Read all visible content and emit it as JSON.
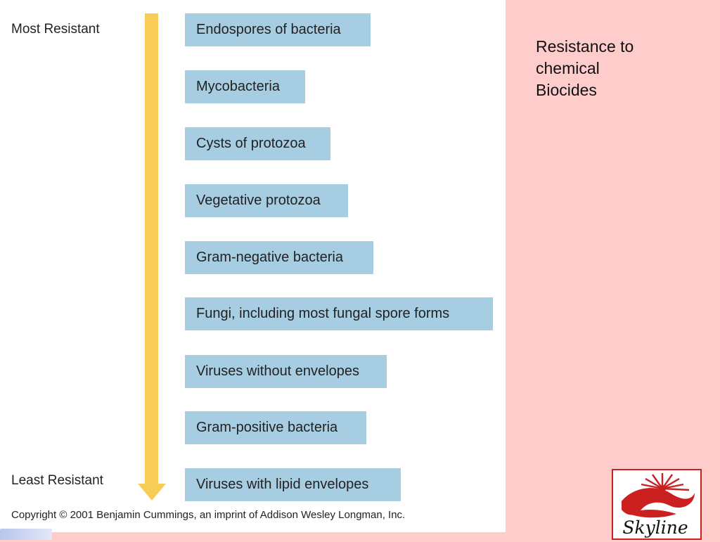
{
  "diagram": {
    "most_resistant_label": "Most Resistant",
    "least_resistant_label": "Least Resistant",
    "organisms": [
      "Endospores of bacteria",
      "Mycobacteria",
      "Cysts of protozoa",
      "Vegetative protozoa",
      "Gram-negative bacteria",
      "Fungi, including most fungal spore forms",
      "Viruses without envelopes",
      "Gram-positive bacteria",
      "Viruses with lipid envelopes"
    ],
    "copyright": "Copyright © 2001 Benjamin Cummings, an imprint of Addison Wesley Longman, Inc.",
    "box_color": "#a6cde1",
    "arrow_color": "#f7cd58"
  },
  "slide": {
    "title": "Resistance to\nchemical\nBiocides",
    "background_color": "#ffcccc"
  },
  "logo": {
    "wordmark": "Skyline",
    "color": "#cc2020"
  }
}
